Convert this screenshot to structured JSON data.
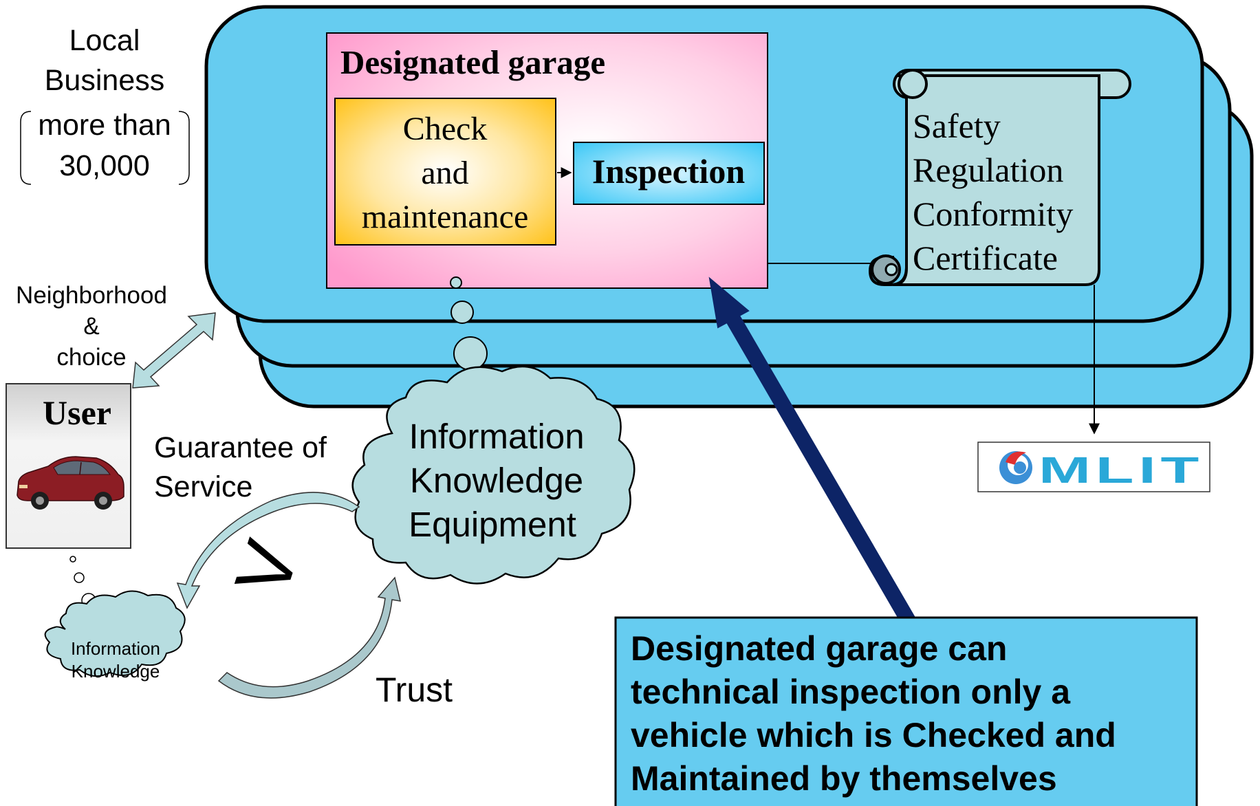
{
  "local_business": {
    "line1": "Local",
    "line2": "Business",
    "line3": "more than",
    "line4": "30,000"
  },
  "neighborhood": {
    "line1": "Neighborhood",
    "line2": "&",
    "line3": "choice"
  },
  "user": {
    "label": "User"
  },
  "guarantee": {
    "line1": "Guarantee of",
    "line2": "Service"
  },
  "trust": {
    "label": "Trust"
  },
  "comparison_symbol": "V",
  "garage": {
    "title": "Designated garage",
    "check": {
      "line1": "Check",
      "line2": "and",
      "line3": "maintenance"
    },
    "inspection": "Inspection"
  },
  "certificate": {
    "line1": "Safety",
    "line2": "Regulation",
    "line3": "Conformity",
    "line4": "Certificate"
  },
  "garage_cloud": {
    "line1": "Information",
    "line2": "Knowledge",
    "line3": "Equipment"
  },
  "user_cloud": {
    "line1": "Information",
    "line2": "Knowledge"
  },
  "mlit_logo": {
    "text": "MLIT"
  },
  "callout": {
    "line1": "Designated garage can",
    "line2": "technical inspection only a",
    "line3": "vehicle which is Checked and",
    "line4": "Maintained by themselves"
  },
  "colors": {
    "panel_blue": "#66CCF0",
    "garage_pink": "#FF99CC",
    "check_orange": "#FFCC33",
    "inspection_blue": "#33CCFF",
    "scroll_teal": "#B7DDE0",
    "cloud_teal": "#B7DDE0",
    "arrow_navy": "#0D2466",
    "callout_blue": "#66CCF0"
  }
}
